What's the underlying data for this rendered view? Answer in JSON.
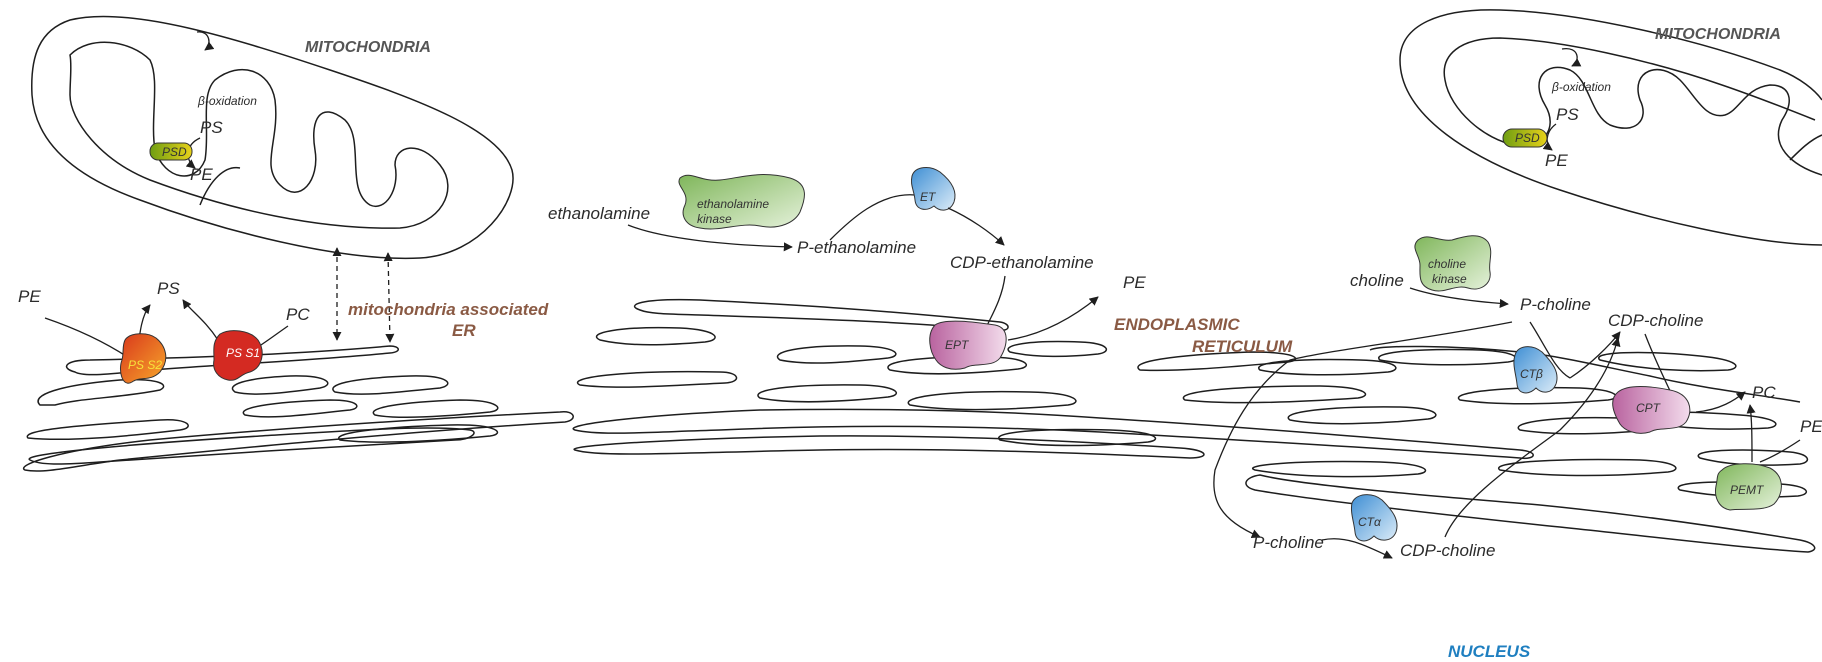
{
  "titles": {
    "mito_left": "MITOCHONDRIA",
    "mito_right": "MITOCHONDRIA",
    "mam_line1": "mitochondria associated",
    "mam_line2": "ER",
    "er_line1": "ENDOPLASMIC",
    "er_line2": "RETICULUM",
    "nucleus": "NUCLEUS"
  },
  "enzymes": {
    "psd_left": "PSD",
    "psd_right": "PSD",
    "ps_s2": "PS S2",
    "ps_s1": "PS S1",
    "et": "ET",
    "ept": "EPT",
    "eth_kinase_line1": "ethanolamine",
    "eth_kinase_line2": "kinase",
    "cho_kinase_line1": "choline",
    "cho_kinase_line2": "kinase",
    "ct_beta": "CTβ",
    "ct_alpha": "CTα",
    "cpt": "CPT",
    "pemt": "PEMT"
  },
  "metabolites": {
    "beta_ox_left": "β-oxidation",
    "beta_ox_right": "β-oxidation",
    "ps_mito_left": "PS",
    "pe_mito_left": "PE",
    "ps_mito_right": "PS",
    "pe_mito_right": "PE",
    "pe_in": "PE",
    "ps_out": "PS",
    "pc_in": "PC",
    "ethanolamine": "ethanolamine",
    "p_ethanolamine": "P-ethanolamine",
    "cdp_ethanolamine": "CDP-ethanolamine",
    "pe_out": "PE",
    "choline": "choline",
    "p_choline_top": "P-choline",
    "cdp_choline_top": "CDP-choline",
    "pc_out": "PC",
    "pe_right": "PE",
    "p_choline_bottom": "P-choline",
    "cdp_choline_bottom": "CDP-choline"
  },
  "colors": {
    "psd": "#8fb81c",
    "ps_s2": "#e8731c",
    "ps_s1": "#d42a22",
    "et": "#5a9fd8",
    "ept": "#c77fb4",
    "kinase": "#8fc26d",
    "ct": "#5a9fd8",
    "cpt": "#c77fb4",
    "pemt": "#8fc26d",
    "title_brown": "#8a5a44",
    "title_blue": "#1f7fc0"
  }
}
